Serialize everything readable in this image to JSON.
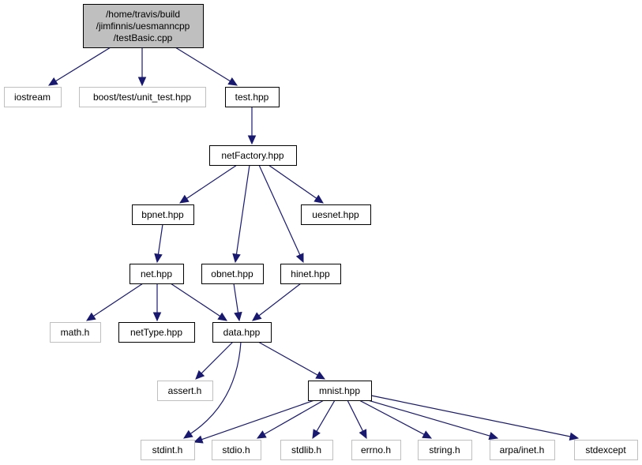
{
  "graph": {
    "colors": {
      "edge": "#191970",
      "root_fill": "#bfbfbf",
      "node_border": "#000000",
      "external_border": "#bfbfbf"
    },
    "nodes": [
      {
        "id": "root",
        "lines": [
          "/home/travis/build",
          "/jimfinnis/uesmanncpp",
          "/testBasic.cpp"
        ],
        "kind": "root"
      },
      {
        "id": "iostream",
        "lines": [
          "iostream"
        ],
        "kind": "external"
      },
      {
        "id": "boost",
        "lines": [
          "boost/test/unit_test.hpp"
        ],
        "kind": "external"
      },
      {
        "id": "test",
        "lines": [
          "test.hpp"
        ],
        "kind": "local"
      },
      {
        "id": "netFactory",
        "lines": [
          "netFactory.hpp"
        ],
        "kind": "local"
      },
      {
        "id": "bpnet",
        "lines": [
          "bpnet.hpp"
        ],
        "kind": "local"
      },
      {
        "id": "uesnet",
        "lines": [
          "uesnet.hpp"
        ],
        "kind": "local"
      },
      {
        "id": "net",
        "lines": [
          "net.hpp"
        ],
        "kind": "local"
      },
      {
        "id": "obnet",
        "lines": [
          "obnet.hpp"
        ],
        "kind": "local"
      },
      {
        "id": "hinet",
        "lines": [
          "hinet.hpp"
        ],
        "kind": "local"
      },
      {
        "id": "math",
        "lines": [
          "math.h"
        ],
        "kind": "external"
      },
      {
        "id": "netType",
        "lines": [
          "netType.hpp"
        ],
        "kind": "local"
      },
      {
        "id": "data",
        "lines": [
          "data.hpp"
        ],
        "kind": "local"
      },
      {
        "id": "assert",
        "lines": [
          "assert.h"
        ],
        "kind": "external"
      },
      {
        "id": "mnist",
        "lines": [
          "mnist.hpp"
        ],
        "kind": "local"
      },
      {
        "id": "stdint",
        "lines": [
          "stdint.h"
        ],
        "kind": "external"
      },
      {
        "id": "stdio",
        "lines": [
          "stdio.h"
        ],
        "kind": "external"
      },
      {
        "id": "stdlib",
        "lines": [
          "stdlib.h"
        ],
        "kind": "external"
      },
      {
        "id": "errno",
        "lines": [
          "errno.h"
        ],
        "kind": "external"
      },
      {
        "id": "string",
        "lines": [
          "string.h"
        ],
        "kind": "external"
      },
      {
        "id": "arpainet",
        "lines": [
          "arpa/inet.h"
        ],
        "kind": "external"
      },
      {
        "id": "stdexcept",
        "lines": [
          "stdexcept"
        ],
        "kind": "external"
      }
    ],
    "edges": [
      [
        "root",
        "iostream"
      ],
      [
        "root",
        "boost"
      ],
      [
        "root",
        "test"
      ],
      [
        "test",
        "netFactory"
      ],
      [
        "netFactory",
        "bpnet"
      ],
      [
        "netFactory",
        "uesnet"
      ],
      [
        "netFactory",
        "obnet"
      ],
      [
        "netFactory",
        "hinet"
      ],
      [
        "bpnet",
        "net"
      ],
      [
        "net",
        "math"
      ],
      [
        "net",
        "netType"
      ],
      [
        "net",
        "data"
      ],
      [
        "obnet",
        "data"
      ],
      [
        "hinet",
        "data"
      ],
      [
        "data",
        "assert"
      ],
      [
        "data",
        "mnist"
      ],
      [
        "data",
        "stdint"
      ],
      [
        "mnist",
        "stdint"
      ],
      [
        "mnist",
        "stdio"
      ],
      [
        "mnist",
        "stdlib"
      ],
      [
        "mnist",
        "errno"
      ],
      [
        "mnist",
        "string"
      ],
      [
        "mnist",
        "arpainet"
      ],
      [
        "mnist",
        "stdexcept"
      ]
    ]
  }
}
